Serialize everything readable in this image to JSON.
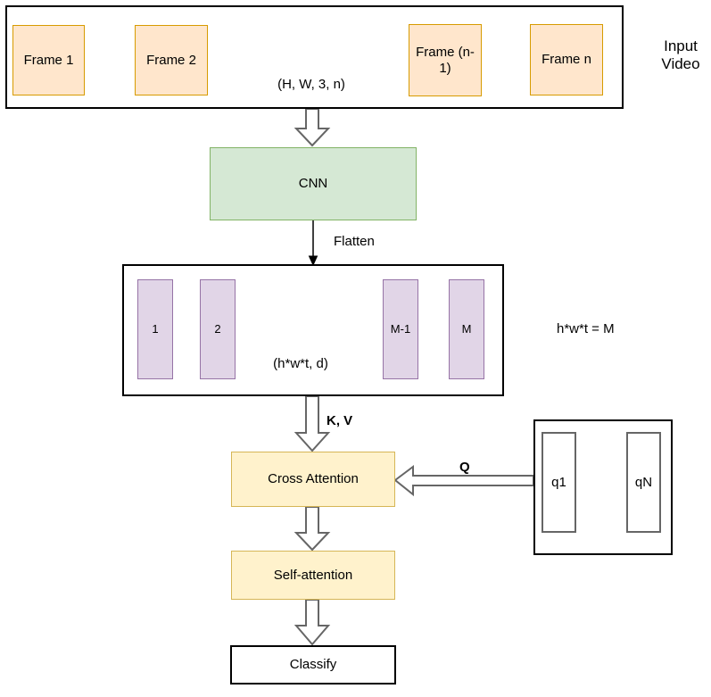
{
  "diagram": {
    "input_video": {
      "title_lines": [
        "Input",
        "Video"
      ],
      "frames": [
        "Frame 1",
        "Frame 2",
        "Frame (n-1)",
        "Frame n"
      ],
      "shape": "(H, W, 3, n)"
    },
    "cnn_label": "CNN",
    "flatten_label": "Flatten",
    "tokens": {
      "items": [
        "1",
        "2",
        "M-1",
        "M"
      ],
      "shape": "(h*w*t, d)",
      "note": "h*w*t = M"
    },
    "kv_label": "K, V",
    "q_label": "Q",
    "cross_attention_label": "Cross Attention",
    "queries": [
      "q1",
      "qN"
    ],
    "self_attention_label": "Self-attention",
    "classify_label": "Classify",
    "colors": {
      "frame_fill": "#FFE6CC",
      "frame_stroke": "#D79B00",
      "cnn_fill": "#D5E8D4",
      "cnn_stroke": "#82B366",
      "token_fill": "#E1D5E7",
      "token_stroke": "#9673A6",
      "attention_fill": "#FFF2CC",
      "attention_stroke": "#D6B656",
      "query_stroke": "#666666",
      "block_arrow_stroke": "#666666",
      "line_stroke": "#000000",
      "background": "#FFFFFF"
    }
  }
}
